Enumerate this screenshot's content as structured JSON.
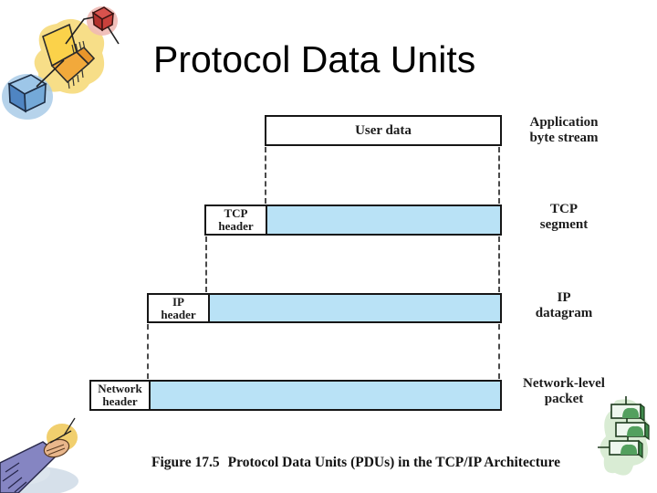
{
  "slide": {
    "title": "Protocol Data Units",
    "caption_figure": "Figure 17.5",
    "caption_text": "Protocol Data Units (PDUs) in the TCP/IP Architecture"
  },
  "colors": {
    "pdu_body_fill": "#b9e2f6",
    "box_border": "#161616",
    "background": "#ffffff"
  },
  "diagram": {
    "user_data": {
      "label": "User data"
    },
    "tcp": {
      "header_l1": "TCP",
      "header_l2": "header"
    },
    "ip": {
      "header_l1": "IP",
      "header_l2": "header"
    },
    "network": {
      "header_l1": "Network",
      "header_l2": "header"
    },
    "right_labels": [
      {
        "l1": "Application",
        "l2": "byte stream"
      },
      {
        "l1": "TCP",
        "l2": "segment"
      },
      {
        "l1": "IP",
        "l2": "datagram"
      },
      {
        "l1": "Network-level",
        "l2": "packet"
      }
    ]
  },
  "icons": {
    "top_left": "connected-3d-boxes-clipart",
    "bottom_left": "hand-holding-package-clipart",
    "bottom_right": "stacked-green-drives-clipart"
  }
}
